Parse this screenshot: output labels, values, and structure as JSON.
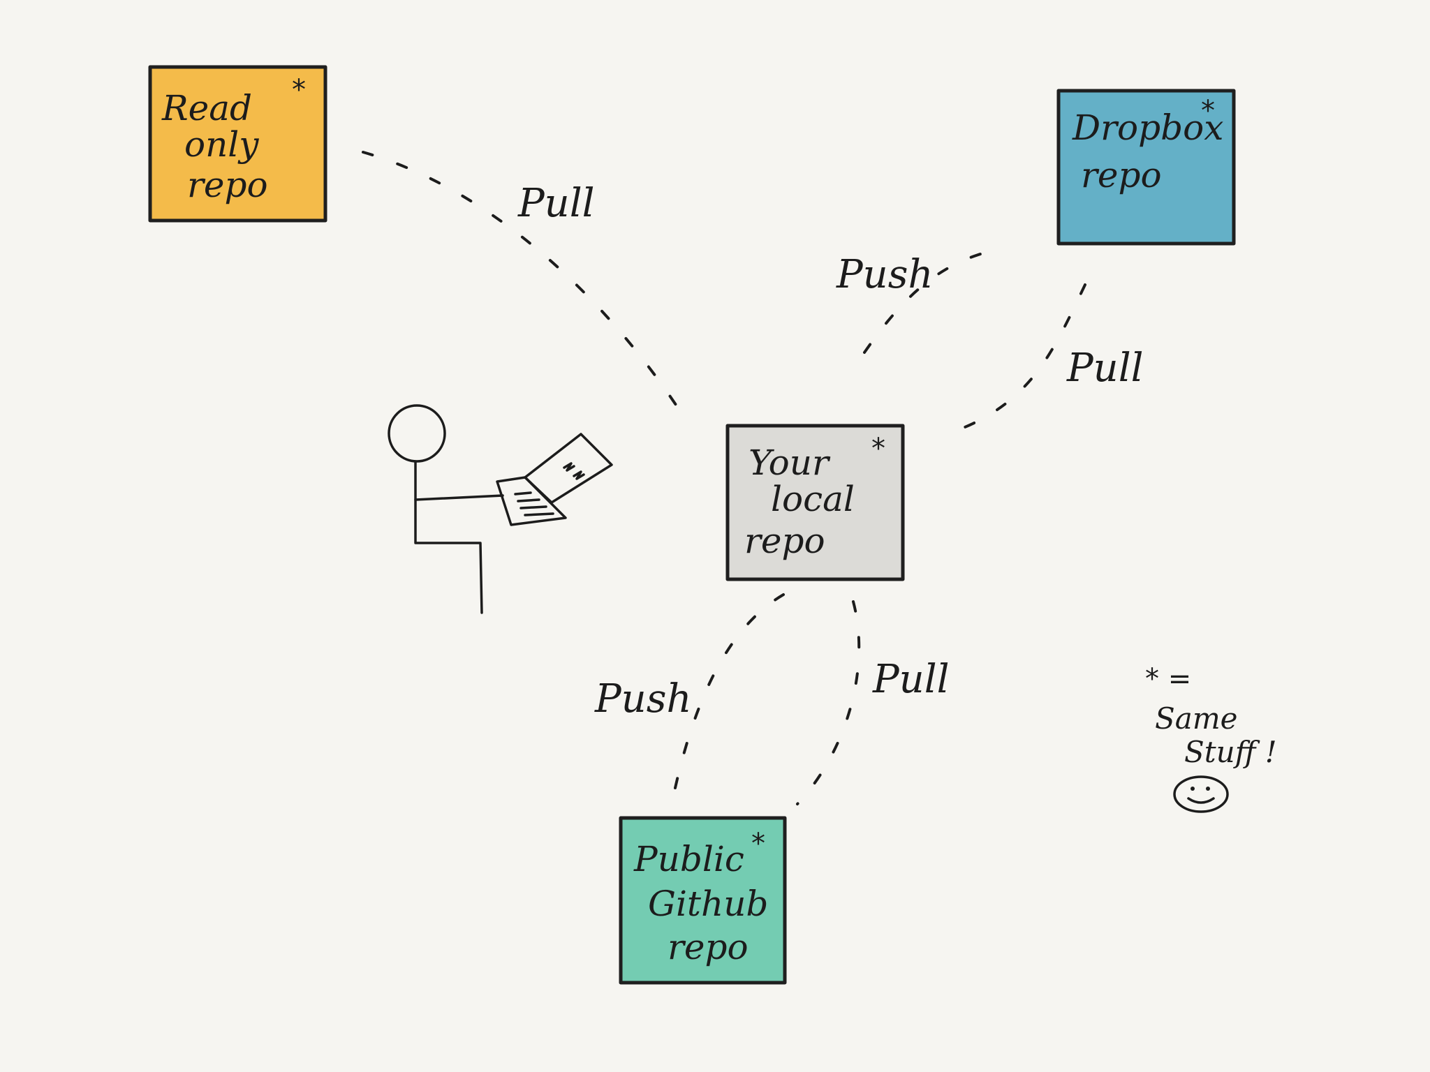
{
  "nodes": {
    "read_only": {
      "lines": [
        "Read",
        "only",
        "repo"
      ],
      "star": "*",
      "color": "#f4bb4a"
    },
    "dropbox": {
      "lines": [
        "Dropbox",
        "repo"
      ],
      "star": "*",
      "color": "#64b0c7"
    },
    "local": {
      "lines": [
        "Your",
        "local",
        "repo"
      ],
      "star": "*",
      "color": "#dcdbd7"
    },
    "github": {
      "lines": [
        "Public",
        "Github",
        "repo"
      ],
      "star": "*",
      "color": "#74ccb2"
    }
  },
  "edges": {
    "read_only_to_local": "Pull",
    "local_to_dropbox": "Push",
    "dropbox_to_local": "Pull",
    "local_to_github": "Push",
    "github_to_local": "Pull"
  },
  "legend": {
    "symbol": "* =",
    "line1": "Same",
    "line2": "Stuff !",
    "icon": "smiley-face-icon"
  },
  "figure": {
    "icon": "person-with-laptop-icon"
  }
}
